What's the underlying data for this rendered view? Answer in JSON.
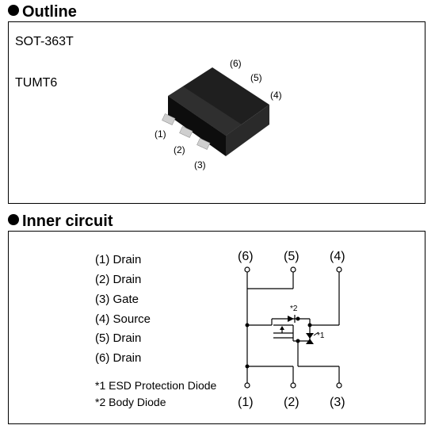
{
  "outline": {
    "heading": "Outline",
    "package_code": "SOT-363T",
    "package_name": "TUMT6",
    "pin_labels": [
      "(1)",
      "(2)",
      "(3)",
      "(4)",
      "(5)",
      "(6)"
    ]
  },
  "inner_circuit": {
    "heading": "Inner circuit",
    "pins": [
      {
        "num": "(1)",
        "label": "(1) Drain"
      },
      {
        "num": "(2)",
        "label": "(2) Drain"
      },
      {
        "num": "(3)",
        "label": "(3) Gate"
      },
      {
        "num": "(4)",
        "label": "(4) Source"
      },
      {
        "num": "(5)",
        "label": "(5) Drain"
      },
      {
        "num": "(6)",
        "label": "(6) Drain"
      }
    ],
    "notes": [
      "*1 ESD Protection Diode",
      "*2 Body Diode"
    ],
    "marks": {
      "esd": "*1",
      "body": "*2"
    }
  }
}
